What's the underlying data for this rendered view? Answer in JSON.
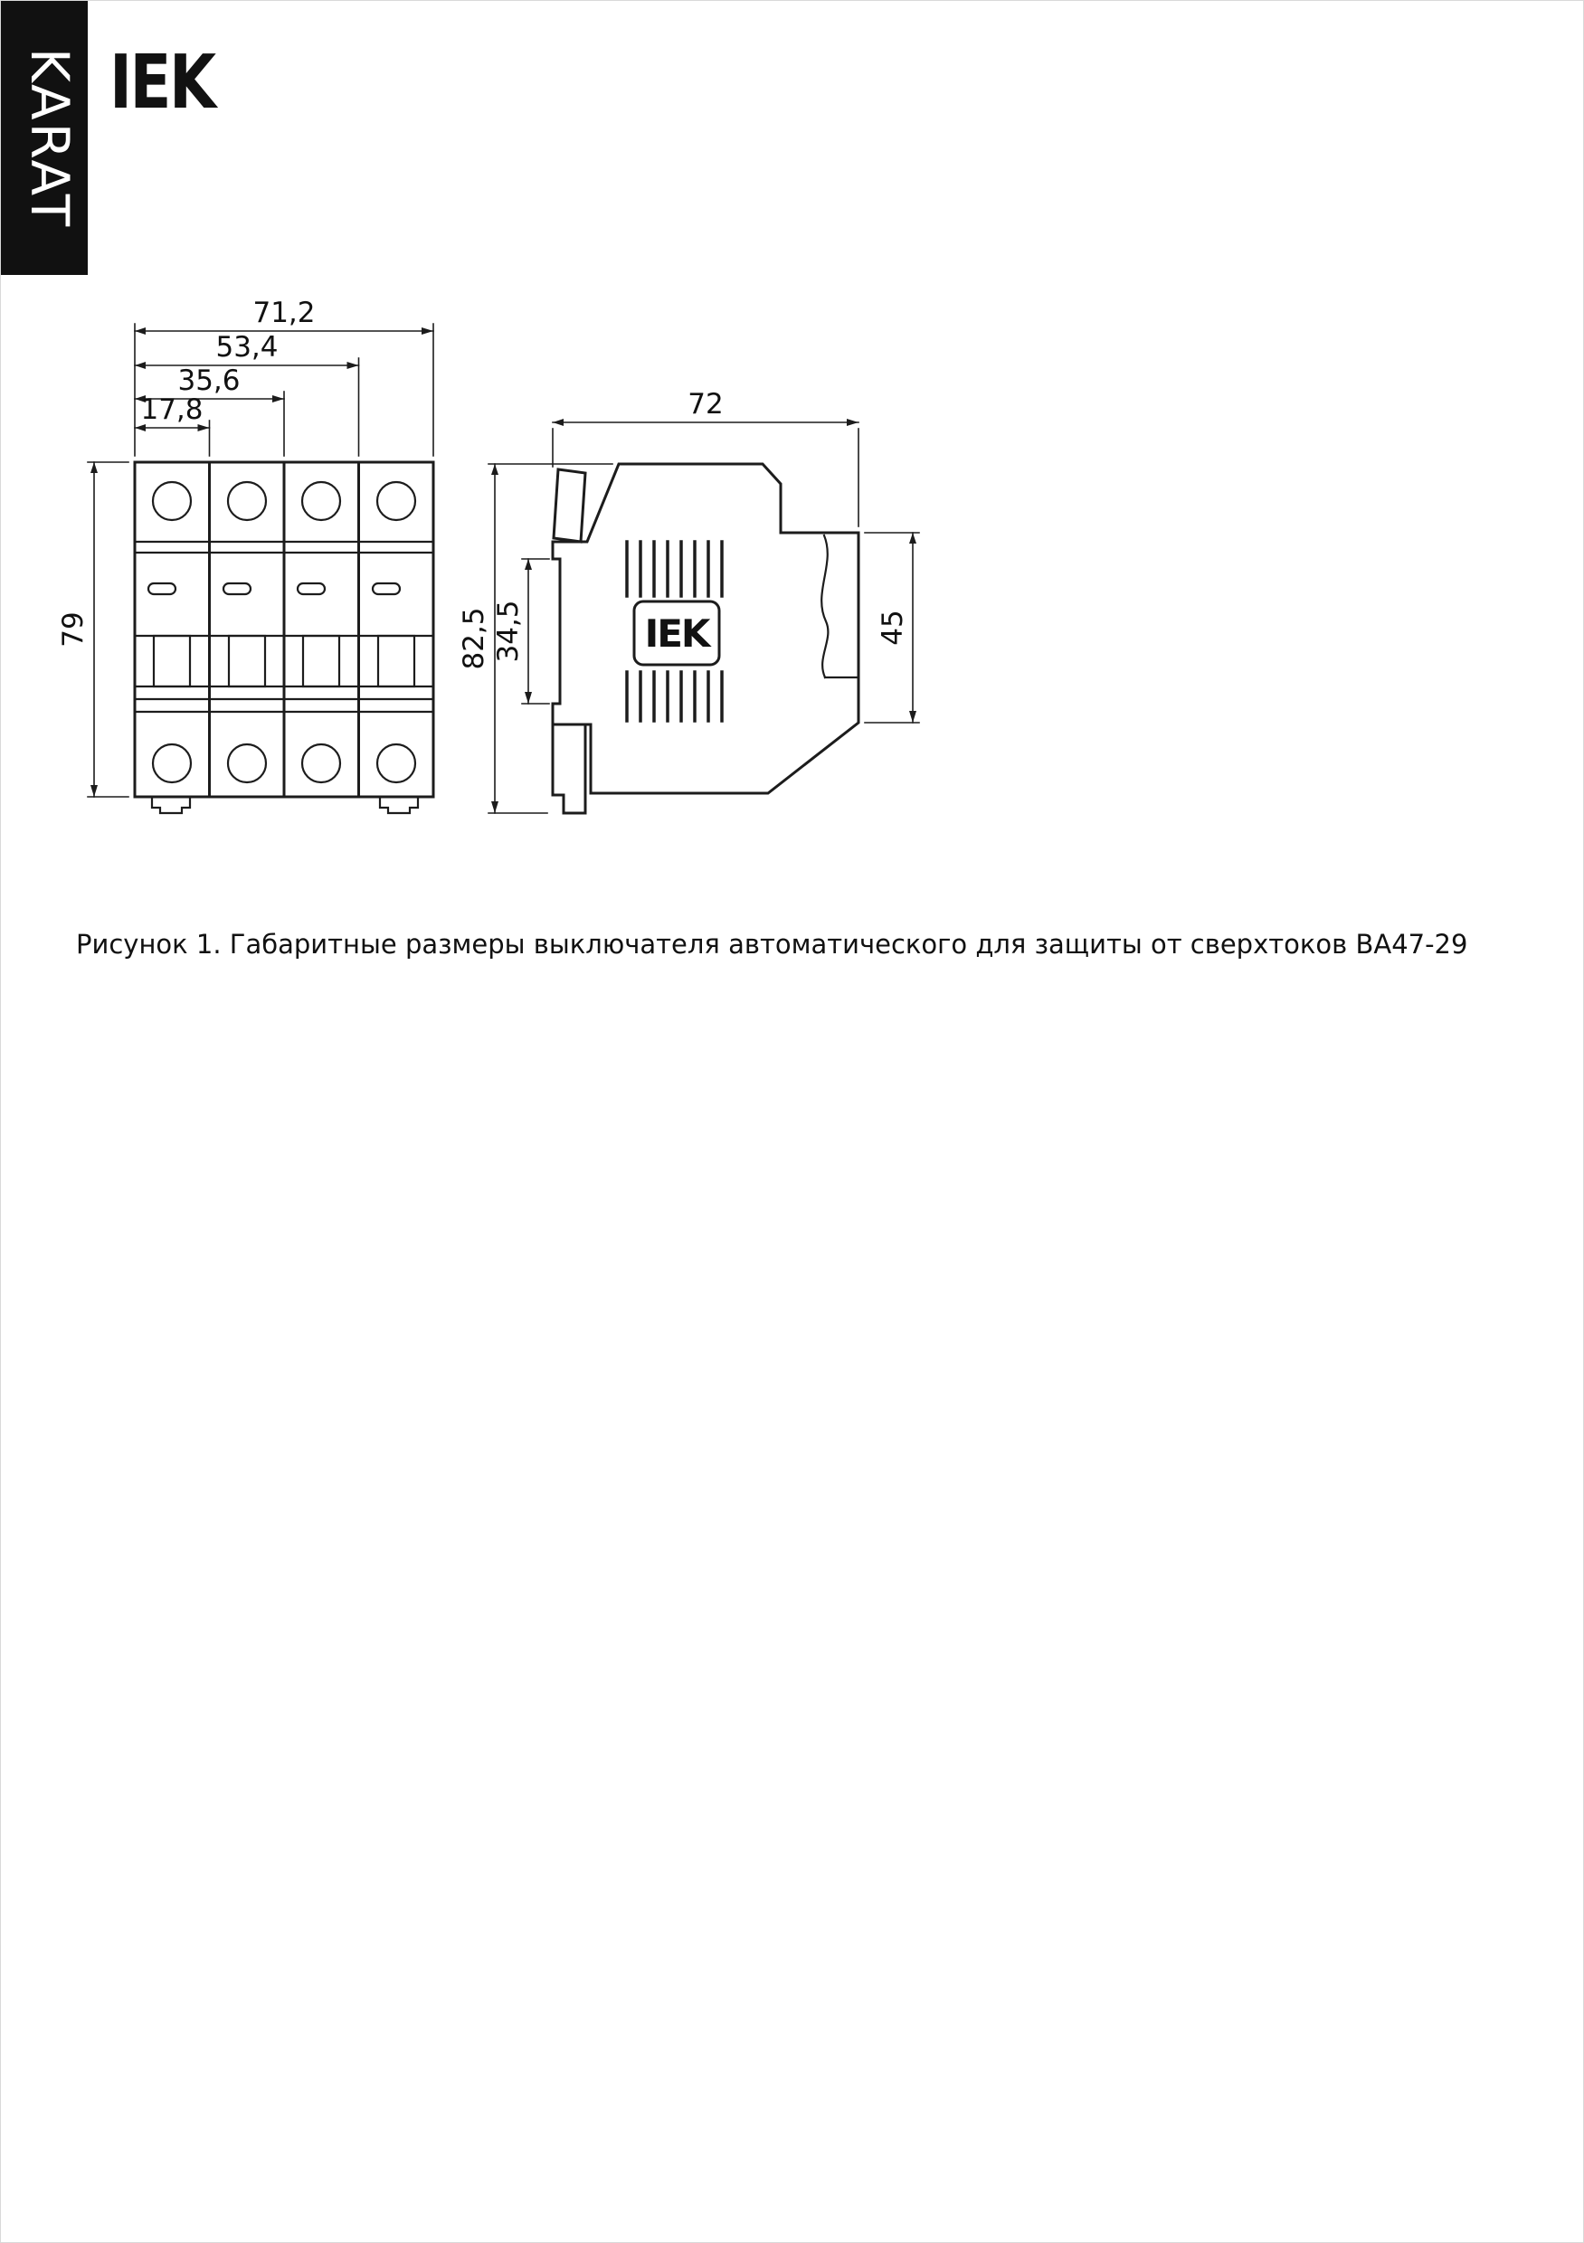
{
  "page": {
    "banner_text": "KARAT",
    "brand_logo": "IEK",
    "caption": "Рисунок 1. Габаритные размеры выключателя автоматического для защиты от сверхтоков ВА47-29"
  },
  "front_view": {
    "dim_overall_width": "71,2",
    "dim_three_modules": "53,4",
    "dim_two_modules": "35,6",
    "dim_one_module": "17,8",
    "dim_height": "79"
  },
  "side_view": {
    "dim_depth": "72",
    "dim_height": "82,5",
    "dim_rail_seat": "34,5",
    "dim_front_height": "45",
    "brand_logo": "IEK"
  }
}
